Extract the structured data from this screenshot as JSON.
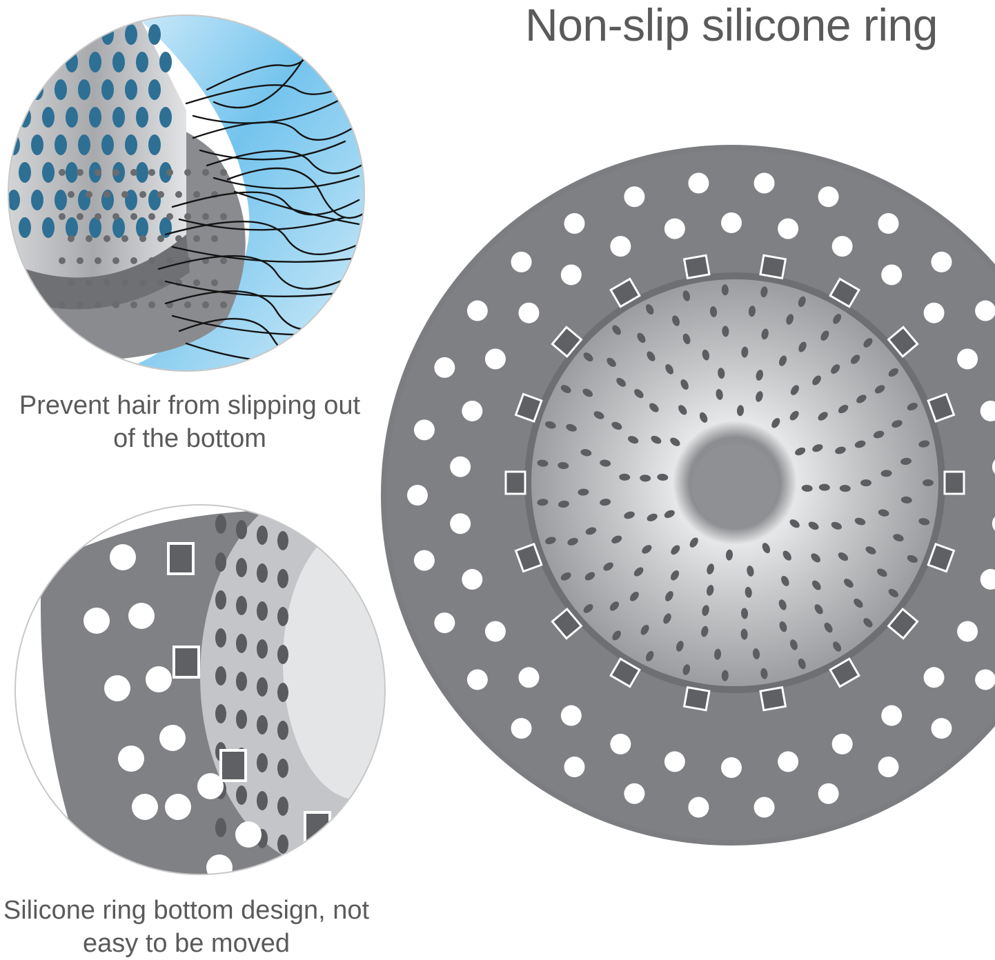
{
  "title": "Non-slip silicone ring",
  "captions": {
    "top": "Prevent hair from slipping out of the bottom",
    "bottom": "Silicone ring bottom design, not easy to be moved"
  },
  "colors": {
    "silicone": "#7d7e80",
    "steel": "#b9bbbe",
    "water": "#4aa8dd",
    "background": "#ffffff"
  }
}
